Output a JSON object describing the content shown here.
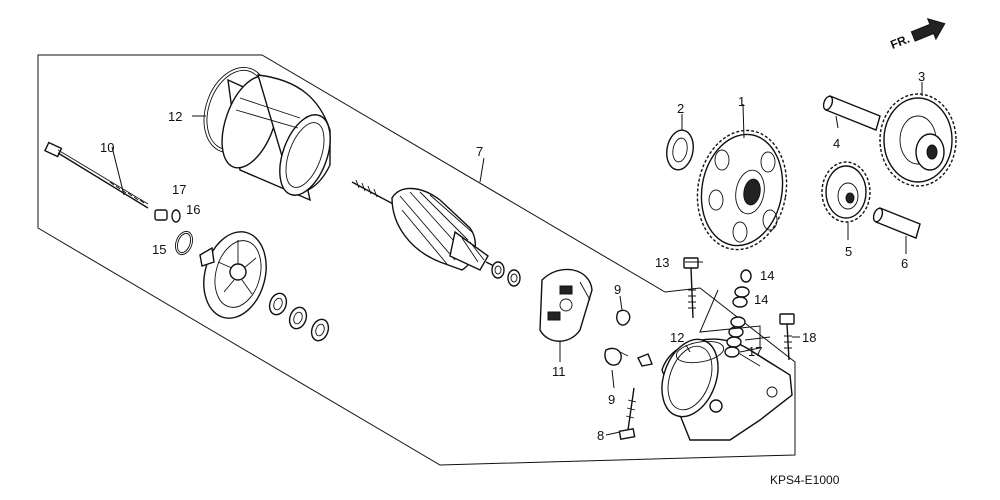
{
  "diagram_code": "KPS4-E1000",
  "direction_label": "FR.",
  "callouts": {
    "c1": "1",
    "c2": "2",
    "c3": "3",
    "c4": "4",
    "c5": "5",
    "c6": "6",
    "c7": "7",
    "c8": "8",
    "c9a": "9",
    "c9b": "9",
    "c10": "10",
    "c11": "11",
    "c12a": "12",
    "c12b": "12",
    "c13": "13",
    "c14a": "14",
    "c14b": "14",
    "c15": "15",
    "c16": "16",
    "c17a": "17",
    "c17b": "17",
    "c18": "18"
  }
}
